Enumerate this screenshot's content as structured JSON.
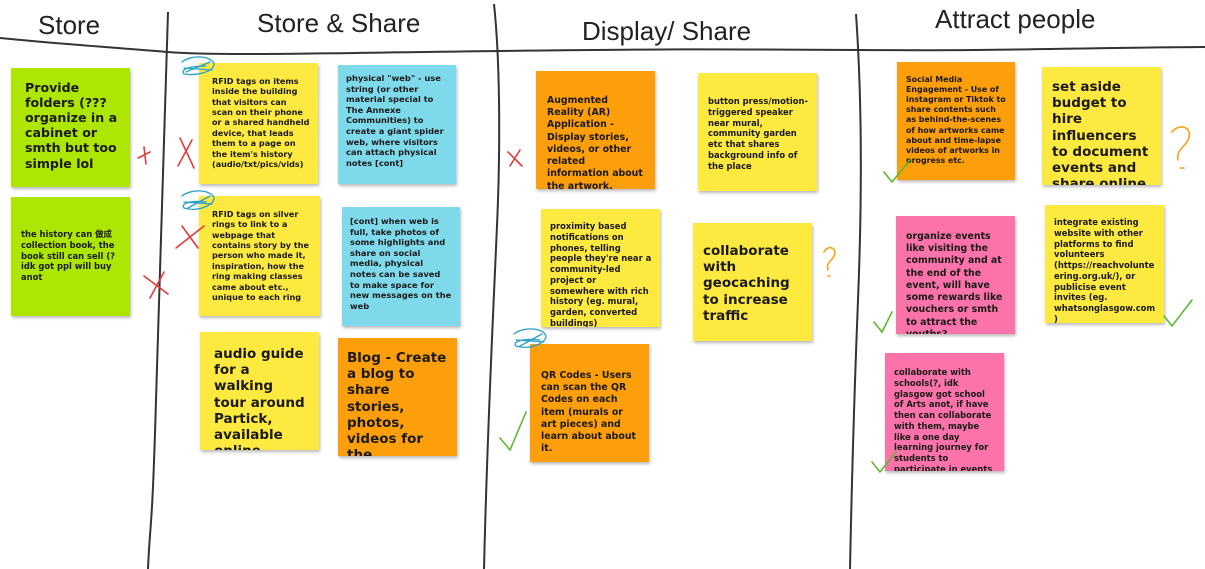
{
  "columns": {
    "store": "Store",
    "store_share": "Store & Share",
    "display_share": "Display/ Share",
    "attract": "Attract people"
  },
  "notes": {
    "store_folders": "Provide folders (??? organize in a cabinet or smth but too simple lol",
    "store_history": "the history can 做成 collection book, the book still can sell (? idk got ppl will buy anot",
    "rfid_items": "RFID tags on items inside the building that visitors can scan on their phone or a shared handheld device, that leads them to a page on the item's history (audio/txt/pics/vids)",
    "physical_web": "physical \"web\" - use string (or other material special to The Annexe Communities) to create a giant spider web, where visitors can attach physical notes [cont]",
    "rfid_rings": "RFID tags on silver rings to link to a webpage that contains story by the person who made it, inspiration, how the ring making classes came about etc., unique to each ring",
    "web_full": "[cont] when web is full, take photos of some highlights and share on social media, physical notes can be saved to make space for new messages on the web",
    "audio_guide": "audio guide for a walking tour around Partick, available online",
    "blog": "Blog - Create a blog to share stories, photos, videos for the artworks.",
    "ar_app": "Augmented Reality (AR) Application - Display stories, videos, or other related information about the artwork.",
    "button_speaker": "button press/motion-triggered speaker near mural, community garden etc that shares background info of the place",
    "proximity": "proximity based notifications on phones, telling people they're near a community-led project or somewhere with rich history (eg. mural, garden, converted buildings)",
    "geocaching": "collaborate with geocaching to increase traffic",
    "qr_codes": "QR Codes - Users can scan the QR Codes on each item (murals or art pieces) and learn about about it.",
    "social_media": "Social Media Engagement - Use of instagram or Tiktok to share contents such as behind-the-scenes of how artworks came about and time-lapse videos of artworks in progress etc.",
    "influencers": "set aside budget to hire influencers to document events and share online",
    "organize_events": "organize events like visiting the community and at the end of the event, will have some rewards like vouchers or smth to attract the youths?",
    "integrate_website": "integrate existing website with other platforms to find volunteers (https://reachvolunteering.org.uk/), or publicise event invites (eg. whatsonglasgow.com)",
    "schools": "collaborate with schools(?, idk glasgow got school of Arts anot, if have then can collaborate with them, maybe like a one day learning journey for students to participate in events"
  },
  "colors": {
    "yellow": "#fde93f",
    "blue": "#7ed9ea",
    "orange": "#fd9e0b",
    "green": "#aee603",
    "pink": "#fb73a8",
    "red_mark": "#e23b3b",
    "green_mark": "#5db832",
    "orange_mark": "#f0a21a",
    "teal_scribble": "#2aa0c8"
  }
}
